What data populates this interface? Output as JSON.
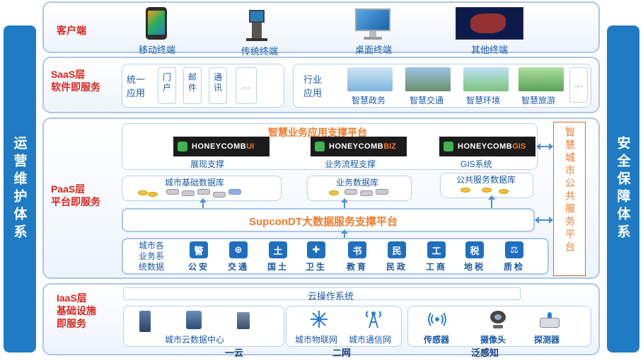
{
  "side": {
    "left": "运营维护体系",
    "right": "安全保障体系"
  },
  "client": {
    "title": "客户端",
    "terminals": [
      {
        "label": "移动终端",
        "icon": "smartphone-icon"
      },
      {
        "label": "传统终端",
        "icon": "kiosk-icon"
      },
      {
        "label": "桌面终端",
        "icon": "monitor-icon"
      },
      {
        "label": "其他终端",
        "icon": "video-wall-icon"
      }
    ]
  },
  "saas": {
    "title": "SaaS层\n软件即服务",
    "unified": {
      "label": "统一\n应用",
      "items": [
        "门\n户",
        "邮\n件",
        "通\n讯",
        "…"
      ]
    },
    "industry": {
      "label": "行业\n应用",
      "items": [
        "智慧政务",
        "智慧交通",
        "智慧环境",
        "智慧旅游"
      ],
      "more": "…"
    }
  },
  "paas": {
    "title": "PaaS层\n平台即服务",
    "support_title": "智慧业务应用支撑平台",
    "logos": [
      {
        "brand": "HONEYCOMB",
        "suffix": "UI",
        "caption": "展现支撑"
      },
      {
        "brand": "HONEYCOMB",
        "suffix": "BIZ",
        "caption": "业务流程支撑"
      },
      {
        "brand": "HONEYCOMB",
        "suffix": "GIS",
        "caption": "GIS系统"
      }
    ],
    "databases": [
      "城市基础数据库",
      "业务数据库",
      "公共服务数据库"
    ],
    "bigdata": "SupconDT大数据服务支撑平台",
    "city_data_label": "城市各\n业务系\n统数据",
    "departments": [
      {
        "label": "公安",
        "glyph": "警"
      },
      {
        "label": "交通",
        "glyph": "⊕"
      },
      {
        "label": "国土",
        "glyph": "土"
      },
      {
        "label": "卫生",
        "glyph": "✚"
      },
      {
        "label": "教育",
        "glyph": "书"
      },
      {
        "label": "民政",
        "glyph": "民"
      },
      {
        "label": "工商",
        "glyph": "工"
      },
      {
        "label": "地税",
        "glyph": "税"
      },
      {
        "label": "质检",
        "glyph": "⚖"
      }
    ],
    "public_platform": "智慧城市公共服务平台"
  },
  "iaas": {
    "title": "IaaS层\n基础设施\n即服务",
    "cloud_os": "云操作系统",
    "groups": [
      {
        "items": [
          "城市云数据中心"
        ],
        "caption": "一云"
      },
      {
        "items": [
          "城市物联网",
          "城市通信网"
        ],
        "caption": "二网"
      },
      {
        "items": [
          "传感器",
          "摄像头",
          "探测器"
        ],
        "caption": "泛感知"
      }
    ]
  }
}
